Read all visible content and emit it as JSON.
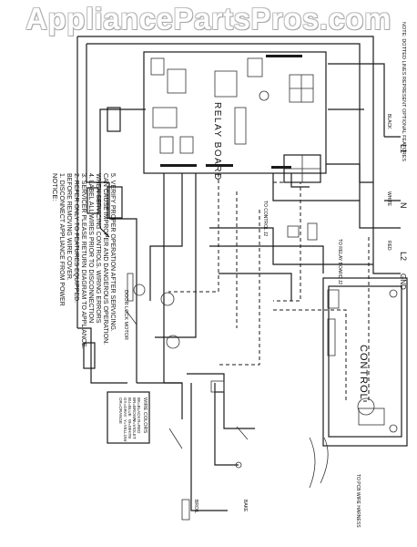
{
  "watermark": "AppliancePartsPros.com",
  "board_label": "RELAY BOARD",
  "control_label": "CONTROL",
  "terminals": {
    "l1": "L1",
    "n": "N",
    "l2": "L2",
    "gnd": "GND"
  },
  "wire_tags": {
    "black": "BLACK",
    "white": "WHITE",
    "red": "RED"
  },
  "note_top": "NOTE: DOTTED LINES REPRESENT OPTIONAL FEATURES",
  "notice": {
    "title": "NOTICE:",
    "lines": [
      "1.  DISCONNECT APPLIANCE FROM POWER",
      "     BEFORE REMOVING WIRE COVER.",
      "2.  REFER ONLY TO FEATURES EQUIPPED.",
      "3.  SERVICER PLEASE RETURN DIAGRAM TO APPLIANCE.",
      "4.  LABEL ALL WIRES PRIOR TO DISCONNECTION",
      "     WHEN SERVICING CONTROLS. WIRING ERRORS",
      "     CAN CAUSE IMPROPER AND DANGEROUS OPERATION.",
      "5.  VERIFY PROPER OPERATION AFTER SERVICING."
    ]
  },
  "wire_colors": {
    "title": "WIRE COLORS",
    "entries": [
      "BK=BLACK",
      "BR=BROWN",
      "BU=BLUE",
      "GY=GRAY",
      "OR=ORANGE",
      "R=RED",
      "V=VIOLET",
      "W=WHITE",
      "Y=YELLOW"
    ]
  },
  "labels": {
    "door_lock_motor": "DOOR LOCK MOTOR",
    "to_relay_board": "TO RELAY BOARD J2",
    "to_control_j2": "TO CONTROL J2",
    "to_pcb_harness": "TO PCB WIRE HARNESS",
    "bake": "BAKE",
    "broil": "BROIL"
  }
}
